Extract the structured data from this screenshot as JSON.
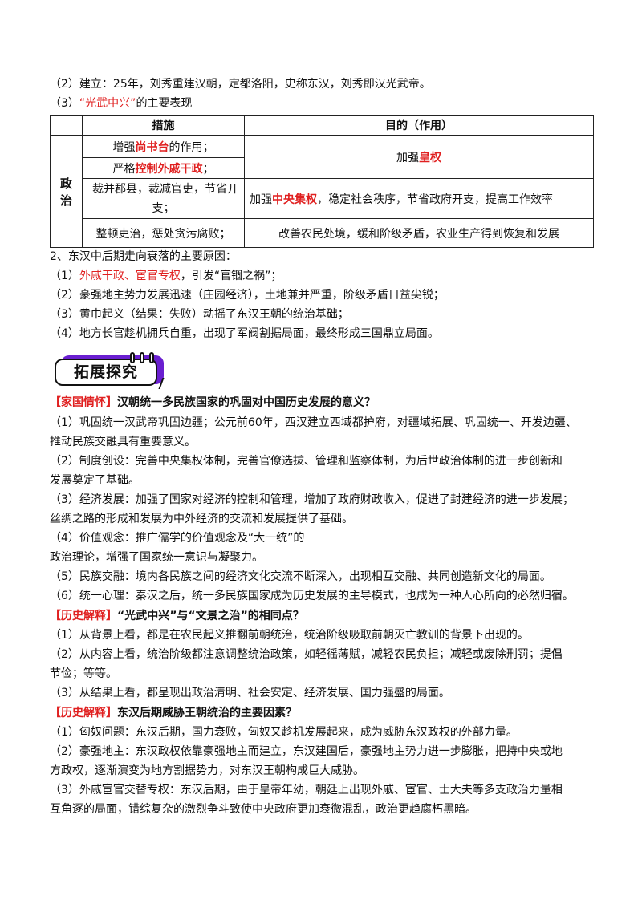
{
  "top": {
    "line2": "（2）建立：25年，刘秀重建汉朝，定都洛阳，史称东汉，刘秀即汉光武帝。",
    "line3_prefix": "（3）",
    "line3_red": "“光武中兴”",
    "line3_suffix": "的主要表现"
  },
  "table": {
    "header_measures": "措施",
    "header_purpose": "目的（作用）",
    "row_label": "政治",
    "m1_a": "增强",
    "m1_red": "尚书台",
    "m1_b": "的作用；",
    "m2_a": "严格",
    "m2_red": "控制外戚干政",
    "m2_b": "；",
    "p1_a": "加强",
    "p1_red": "皇权",
    "m3_line1": "裁并郡县，裁减官吏，节省开",
    "m3_line2": "支；",
    "p2_a": "加强",
    "p2_red": "中央集权",
    "p2_b": "，稳定社会秩序，节省政府开支，提高工作效率",
    "m4": "整顿吏治，惩处贪污腐败；",
    "p3": "改善农民处境，缓和阶级矛盾，农业生产得到恢复和发展"
  },
  "decline": {
    "title": "2、东汉中后期走向衰落的主要原因：",
    "l1_prefix": "（1）",
    "l1_red": "外戚干政、宦官专权",
    "l1_suffix": "，引发“官锢之祸”；",
    "l2": "（2）豪强地主势力发展迅速（庄园经济），土地兼并严重，阶级矛盾日益尖锐；",
    "l3": "（3）黄巾起义（结果：失败）动摇了东汉王朝的统治基础；",
    "l4": "（4）地方长官趁机拥兵自重，出现了军阀割据局面，最终形成三国鼎立局面。"
  },
  "banner": {
    "label": "拓展探究",
    "color": "#6a1fd0"
  },
  "q1": {
    "tag": "【家国情怀】",
    "title": "汉朝统一多民族国家的巩固对中国历史发展的意义？",
    "a1_1": "（1）巩固统一汉武帝巩固边疆；公元前60年，西汉建立西域都护府，对疆域拓展、巩固统一、开发边疆、",
    "a1_2": "推动民族交融具有重要意义。",
    "a2_1": "（2）制度创设：完善中央集权体制，完善官僚选拔、管理和监察体制，为后世政治体制的进一步创新和",
    "a2_2": "发展奠定了基础。",
    "a3_1": "（3）经济发展：加强了国家对经济的控制和管理，增加了政府财政收入，促进了封建经济的进一步发展；",
    "a3_2": "丝绸之路的形成和发展为中外经济的交流和发展提供了基础。",
    "a4_1": "（4）价值观念：推广儒学的价值观念及“大一统”的",
    "a4_2": "政治理论，增强了国家统一意识与凝聚力。",
    "a5": "（5）民族交融：境内各民族之间的经济文化交流不断深入，出现相互交融、共同创造新文化的局面。",
    "a6": "（6）统一心理：秦汉之后，统一多民族国家成为历史发展的主导模式，也成为一种人心所向的必然归宿。"
  },
  "q2": {
    "tag": "【历史解释】",
    "title": "“光武中兴”与“文景之治”的相同点？",
    "a1": "（1）从背景上看，都是在农民起义推翻前朝统治，统治阶级吸取前朝灭亡教训的背景下出现的。",
    "a2_1": "（2）从内容上看，统治阶级都注意调整统治政策，如轻徭薄赋，减轻农民负担；减轻或废除刑罚；提倡",
    "a2_2": "节俭；等等。",
    "a3": "（3）从结果上看，都呈现出政治清明、社会安定、经济发展、国力强盛的局面。"
  },
  "q3": {
    "tag": "【历史解释】",
    "title": "东汉后期威胁王朝统治的主要因素？",
    "a1": "（1）匈奴问题：东汉后期，国力衰败，匈奴又趁机发展起来，成为威胁东汉政权的外部力量。",
    "a2_1": "（2）豪强地主：东汉政权依靠豪强地主而建立，东汉建国后，豪强地主势力进一步膨胀，把持中央或地",
    "a2_2": "方政权，逐渐演变为地方割据势力，对东汉王朝构成巨大威胁。",
    "a3_1": "（3）外戚宦官交替专权：东汉后期，由于皇帝年幼，朝廷上出现外戚、宦官、士大夫等多支政治力量相",
    "a3_2": "互角逐的局面，错综复杂的激烈争斗致使中央政府更加衰微混乱，政治更趋腐朽黑暗。"
  }
}
